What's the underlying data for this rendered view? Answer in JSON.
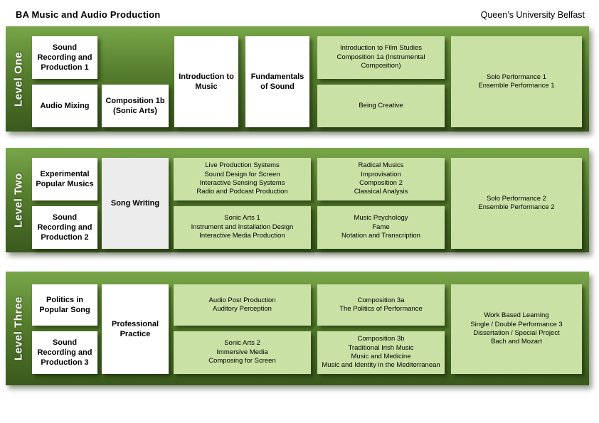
{
  "header": {
    "title": "BA Music and Audio Production",
    "institution": "Queen’s University Belfast"
  },
  "levels": [
    {
      "label": "Level One",
      "core_top": "Sound Recording and Production 1",
      "core_bottom": "Audio Mixing",
      "mid": "Composition 1b (Sonic Arts)",
      "tall_left": "Introduction to Music",
      "tall_right": "Fundamentals of Sound",
      "options_right_top": [
        "Introduction to Film Studies",
        "Composition 1a (Instrumental Composition)"
      ],
      "options_right_bottom": [
        "Being Creative"
      ],
      "performance": [
        "Solo Performance 1",
        "Ensemble Performance 1"
      ]
    },
    {
      "label": "Level Two",
      "core_top": "Experimental Popular Musics",
      "core_bottom": "Sound Recording and Production 2",
      "mid": "Song Writing",
      "options_left_top": [
        "Live Production Systems",
        "Sound Design for Screen",
        "Interactive Sensing Systems",
        "Radio and Podcast Production"
      ],
      "options_left_bottom": [
        "Sonic Arts 1",
        "Instrument and Installation Design",
        "Interactive Media Production"
      ],
      "options_right_top": [
        "Radical Musics",
        "Improvisation",
        "Composition 2",
        "Classical Analysis"
      ],
      "options_right_bottom": [
        "Music Psychology",
        "Fame",
        "Notation and Transcription"
      ],
      "performance": [
        "Solo Performance 2",
        "Ensemble Performance 2"
      ]
    },
    {
      "label": "Level Three",
      "core_top": "Politics in Popular Song",
      "core_bottom": "Sound Recording and Production 3",
      "mid": "Professional Practice",
      "options_left_top": [
        "Audio Post Production",
        "Auditory Perception"
      ],
      "options_left_bottom": [
        "Sonic Arts 2",
        "Immersive Media",
        "Composing for Screen"
      ],
      "options_right_top": [
        "Composition 3a",
        "The Politics of Performance"
      ],
      "options_right_bottom": [
        "Composition 3b",
        "Traditional Irish Music",
        "Music and Medicine",
        "Music and Identity in the Mediterranean"
      ],
      "performance": [
        "Work Based Learning",
        "Single / Double Performance 3",
        "Dissertation / Special Project",
        "Bach and Mozart"
      ]
    }
  ],
  "colors": {
    "band_top": "#79a649",
    "band_bottom": "#3a591d",
    "module_light_green": "#c9e1a5",
    "module_white": "#ffffff",
    "module_gray": "#ececec"
  }
}
